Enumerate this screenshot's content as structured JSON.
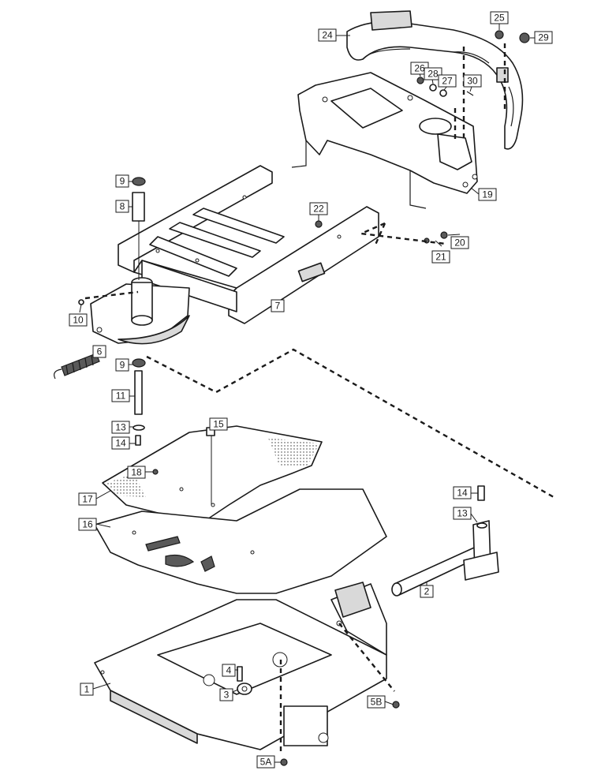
{
  "diagram": {
    "callouts": {
      "c1": "1",
      "c2": "2",
      "c3": "3",
      "c4": "4",
      "c5a": "5A",
      "c5b": "5B",
      "c6": "6",
      "c7": "7",
      "c8": "8",
      "c9a": "9",
      "c9b": "9",
      "c10": "10",
      "c11": "11",
      "c13a": "13",
      "c13b": "13",
      "c14a": "14",
      "c14b": "14",
      "c15": "15",
      "c16": "16",
      "c17": "17",
      "c18": "18",
      "c19": "19",
      "c20": "20",
      "c21": "21",
      "c22": "22",
      "c24": "24",
      "c25": "25",
      "c26": "26",
      "c27": "27",
      "c28": "28",
      "c29": "29",
      "c30": "30"
    }
  }
}
